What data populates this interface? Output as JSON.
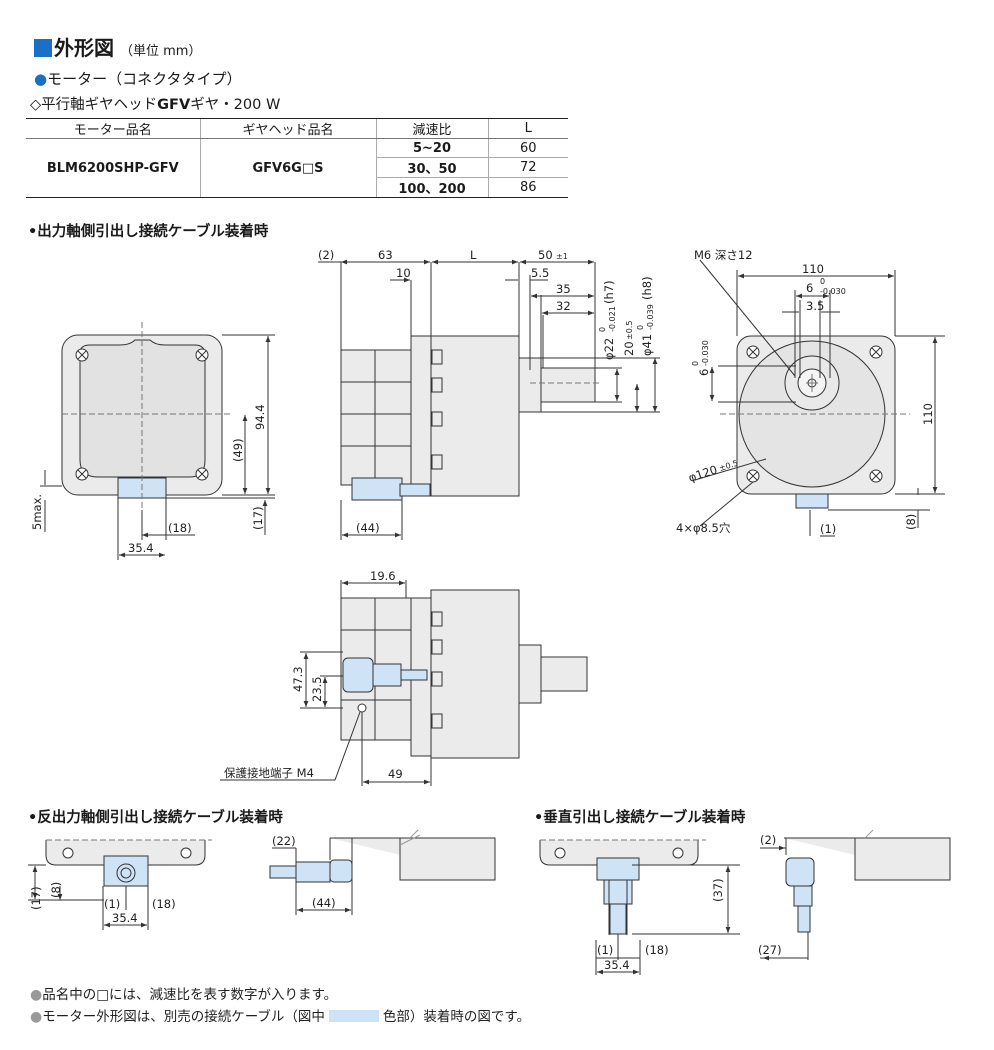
{
  "header": {
    "title": "外形図",
    "unit": "（単位 mm）",
    "subtitle": "モーター（コネクタタイプ）",
    "gear_prefix": "◇平行軸ギヤヘッド",
    "gear_bold": "GFV",
    "gear_suffix": "ギヤ・200 W"
  },
  "spec_table": {
    "headers": [
      "モーター品名",
      "ギヤヘッド品名",
      "減速比",
      "L"
    ],
    "motor": "BLM6200SHP-GFV",
    "gearhead": "GFV6G□S",
    "rows": [
      {
        "ratio": "5~20",
        "L": "60"
      },
      {
        "ratio": "30、50",
        "L": "72"
      },
      {
        "ratio": "100、200",
        "L": "86"
      }
    ]
  },
  "sections": {
    "output_side": "•出力軸側引出し接続ケーブル装着時",
    "opposite_side": "•反出力軸側引出し接続ケーブル装着時",
    "vertical": "•垂直引出し接続ケーブル装着時"
  },
  "dims": {
    "d2": "(2)",
    "d63": "63",
    "dL": "L",
    "d50": "50",
    "d50tol": "±1",
    "d10": "10",
    "d5_5": "5.5",
    "d35": "35",
    "d32": "32",
    "phi22": "φ22",
    "phi22tol_u": "0",
    "phi22tol_l": "-0.021",
    "phi22fit": "(h7)",
    "d20": "20",
    "d20tol": "±0.5",
    "phi41": "φ41",
    "phi41tol_u": "0",
    "phi41tol_l": "-0.039",
    "phi41fit": "(h8)",
    "m6": "M6 深さ12",
    "d110": "110",
    "d6": "6",
    "d6tol_u": "0",
    "d6tol_l": "-0.030",
    "d3_5": "3.5",
    "d6v": "6",
    "d110v": "110",
    "phi120": "φ120",
    "phi120tol": "±0.5",
    "holes": "4×φ8.5穴",
    "d1": "(1)",
    "d8": "(8)",
    "d94_4": "94.4",
    "d49": "(49)",
    "d17": "(17)",
    "d18": "(18)",
    "d35_4": "35.4",
    "d5max": "5max.",
    "d44": "(44)",
    "d19_6": "19.6",
    "d47_3": "47.3",
    "d23_5": "23.5",
    "ground": "保護接地端子 M4",
    "d49b": "49",
    "d22": "(22)",
    "d37": "(37)",
    "d27": "(27)"
  },
  "notes": {
    "n1": "品名中の□には、減速比を表す数字が入ります。",
    "n2a": "モーター外形図は、別売の接続ケーブル（図中",
    "n2b": "色部）装着時の図です。"
  },
  "colors": {
    "accent": "#1a6fc7",
    "cable": "#cfe3f7",
    "body": "#ebebeb",
    "line": "#333333"
  }
}
